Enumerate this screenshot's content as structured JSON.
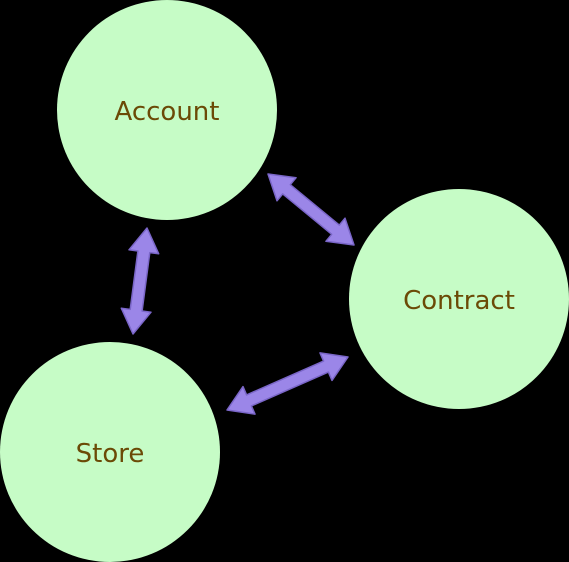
{
  "diagram": {
    "nodes": [
      {
        "id": "account",
        "label": "Account"
      },
      {
        "id": "contract",
        "label": "Contract"
      },
      {
        "id": "store",
        "label": "Store"
      }
    ],
    "edges": [
      {
        "from": "account",
        "to": "contract",
        "direction": "both"
      },
      {
        "from": "account",
        "to": "store",
        "direction": "both"
      },
      {
        "from": "contract",
        "to": "store",
        "direction": "both"
      }
    ],
    "colors": {
      "background": "#000000",
      "node_fill": "#c6fcc6",
      "node_text": "#6b4a06",
      "arrow_fill": "#9b86e8",
      "arrow_stroke": "#7a66c8"
    }
  }
}
